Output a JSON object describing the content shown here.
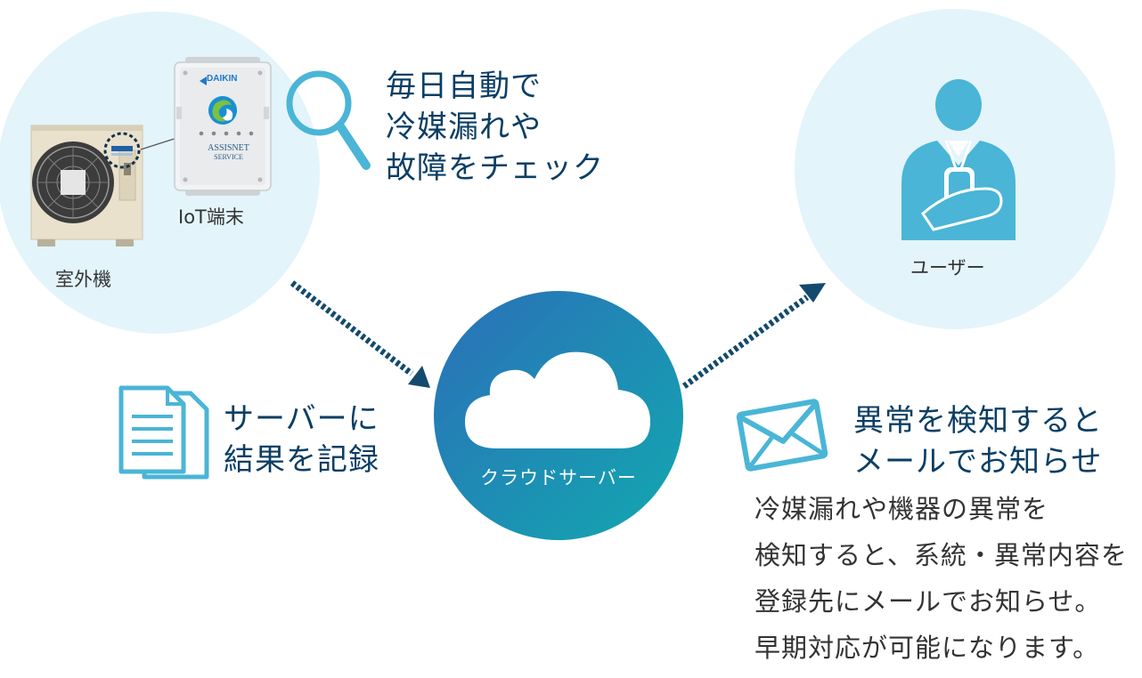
{
  "device_side": {
    "outdoor_unit_label": "室外機",
    "iot_label": "IoT端末",
    "brand_logo": "DAIKIN",
    "device_logo_text": [
      "ASSISNET",
      "SERVICE"
    ]
  },
  "check_text": "毎日自動で\n冷媒漏れや\n故障をチェック",
  "record_text": "サーバーに\n結果を記録",
  "cloud_label": "クラウドサーバー",
  "user_label": "ユーザー",
  "notify_heading": "異常を検知すると\nメールでお知らせ",
  "notify_body": "冷媒漏れや機器の異常を\n検知すると、系統・異常内容を\n登録先にメールでお知らせ。\n早期対応が可能になります。",
  "colors": {
    "circle_bg": "#e3f4fa",
    "icon_blue": "#4ab5d6",
    "arrow_navy": "#134a6e",
    "heading_navy": "#0b3e64",
    "cloud_gradient_start": "#2b6fb8",
    "cloud_gradient_end": "#12a8b0"
  },
  "icons": [
    "magnifier-icon",
    "document-icon",
    "cloud-icon",
    "mail-icon",
    "user-icon"
  ]
}
